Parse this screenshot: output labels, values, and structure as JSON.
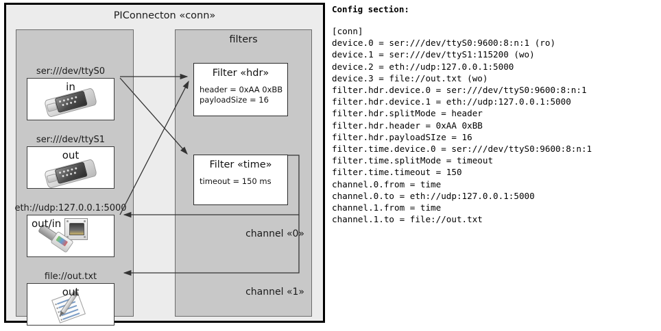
{
  "diagram": {
    "title": "PIConnecton «conn»",
    "devices_group": {
      "name": "devices-group",
      "items": [
        {
          "label": "ser:///dev/ttyS0",
          "direction": "in",
          "icon": "serial-port-icon"
        },
        {
          "label": "ser:///dev/ttyS1",
          "direction": "out",
          "icon": "serial-port-icon"
        },
        {
          "label": "eth://udp:127.0.0.1:5000",
          "direction": "out/in",
          "icon": "ethernet-port-icon"
        },
        {
          "label": "file://out.txt",
          "direction": "out",
          "icon": "text-file-icon"
        }
      ]
    },
    "filters_group": {
      "title": "filters",
      "filters": [
        {
          "title": "Filter «hdr»",
          "props": [
            "header = 0xAA 0xBB",
            "payloadSize = 16"
          ]
        },
        {
          "title": "Filter «time»",
          "props": [
            "timeout = 150 ms"
          ]
        }
      ],
      "channels": [
        {
          "label": "channel «0»"
        },
        {
          "label": "channel «1»"
        }
      ]
    }
  },
  "config": {
    "heading": "Config section:",
    "lines": [
      "[conn]",
      "device.0 = ser:///dev/ttyS0:9600:8:n:1 (ro)",
      "device.1 = ser:///dev/ttyS1:115200 (wo)",
      "device.2 = eth://udp:127.0.0.1:5000",
      "device.3 = file://out.txt (wo)",
      "filter.hdr.device.0 = ser:///dev/ttyS0:9600:8:n:1",
      "filter.hdr.device.1 = eth://udp:127.0.0.1:5000",
      "filter.hdr.splitMode = header",
      "filter.hdr.header = 0xAA 0xBB",
      "filter.hdr.payloadSIze = 16",
      "filter.time.device.0 = ser:///dev/ttyS0:9600:8:n:1",
      "filter.time.splitMode = timeout",
      "filter.time.timeout = 150",
      "channel.0.from = time",
      "channel.0.to = eth://udp:127.0.0.1:5000",
      "channel.1.from = time",
      "channel.1.to = file://out.txt"
    ]
  },
  "colors": {
    "outer_border": "#000000",
    "canvas_bg": "#ececec",
    "group_bg": "#c8c8c8",
    "group_border": "#6b6b6b",
    "card_bg": "#ffffff",
    "wire": "#333333"
  }
}
